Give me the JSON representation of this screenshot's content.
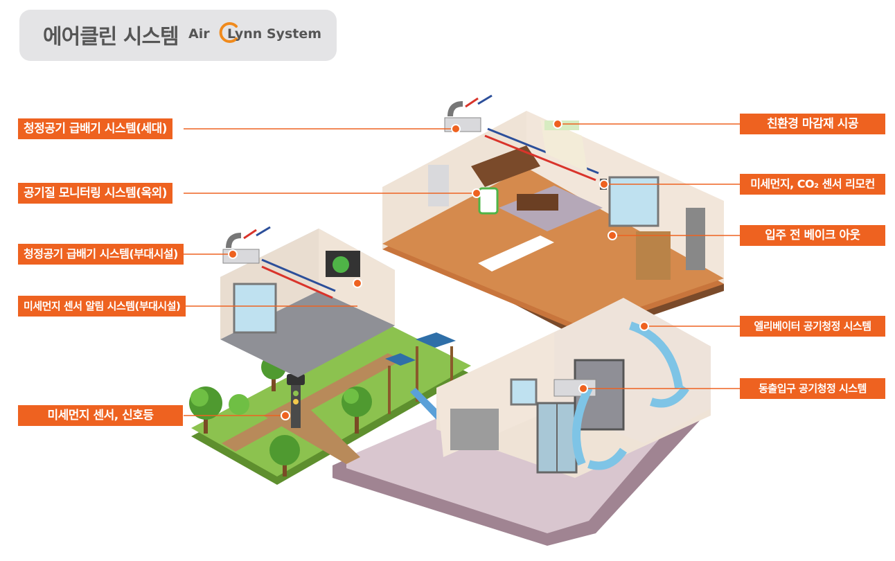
{
  "header": {
    "title_ko": "에어클린 시스템",
    "brand_air": "Air",
    "brand_name": "Lynn System",
    "brand_accent": "#f08a1c"
  },
  "callouts": {
    "left": [
      "청정공기 급배기 시스템(세대)",
      "공기질 모니터링 시스템(옥외)",
      "청정공기 급배기 시스템(부대시설)",
      "미세먼지 센서 알림 시스템(부대시설)",
      "미세먼지 센서, 신호등"
    ],
    "right": [
      "친환경 마감재 시공",
      "미세먼지, CO₂ 센서 리모컨",
      "입주 전 베이크 아웃",
      "엘리베이터 공기청정 시스템",
      "동출입구 공기청정 시스템"
    ]
  },
  "colors": {
    "label_bg": "#ee6220",
    "label_text": "#ffffff",
    "floor_wood": "#c8753c",
    "wall": "#efe3d6",
    "lawn": "#8cc24f",
    "base": "#9c7f8e",
    "supply_arrow": "#d9342b",
    "exhaust_arrow": "#2c4f9a",
    "air_flow": "#7ec4e6"
  },
  "icons": [
    "duct-unit-icon",
    "sensor-remote-icon",
    "traffic-light-icon",
    "tree-icon",
    "elevator-icon",
    "air-flow-arrow-icon"
  ]
}
